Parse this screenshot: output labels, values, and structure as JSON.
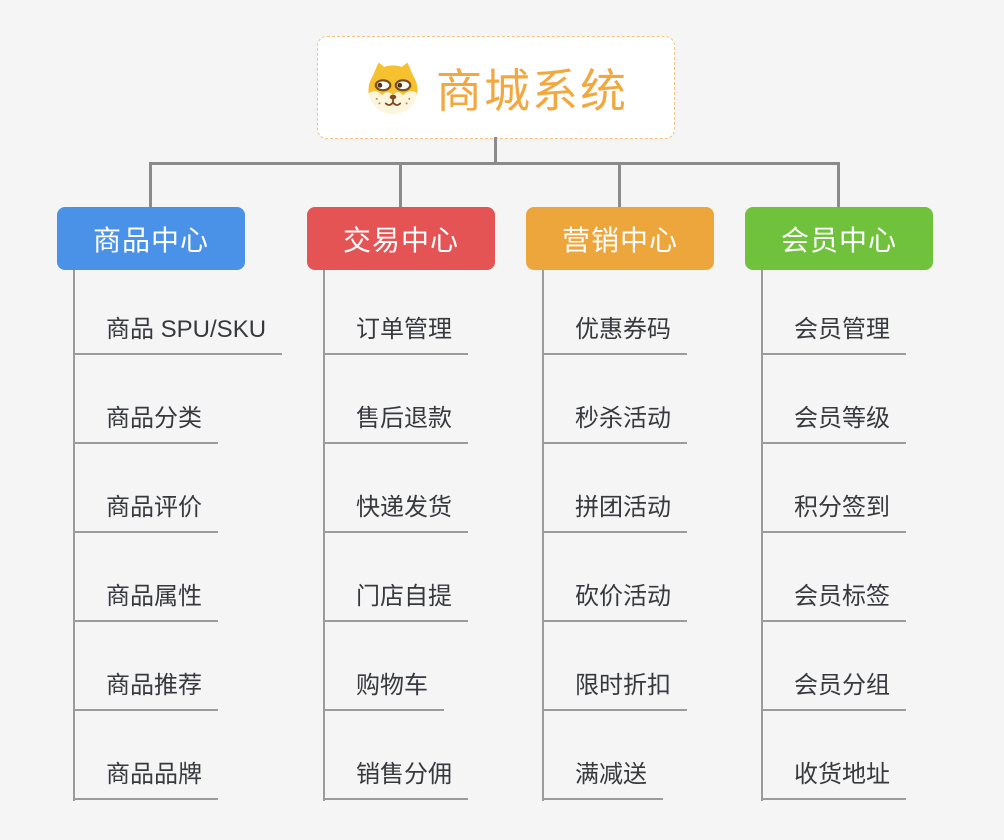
{
  "root": {
    "title": "商城系统",
    "icon": "dog-face-icon",
    "accent_color": "#f2a841",
    "border_color": "#f3c581"
  },
  "connector_color": "#8b8b8b",
  "branches": [
    {
      "label": "商品中心",
      "color": "#4a91e8",
      "children": [
        "商品 SPU/SKU",
        "商品分类",
        "商品评价",
        "商品属性",
        "商品推荐",
        "商品品牌"
      ]
    },
    {
      "label": "交易中心",
      "color": "#e45454",
      "children": [
        "订单管理",
        "售后退款",
        "快递发货",
        "门店自提",
        "购物车",
        "销售分佣"
      ]
    },
    {
      "label": "营销中心",
      "color": "#eca63c",
      "children": [
        "优惠券码",
        "秒杀活动",
        "拼团活动",
        "砍价活动",
        "限时折扣",
        "满减送"
      ]
    },
    {
      "label": "会员中心",
      "color": "#70c23c",
      "children": [
        "会员管理",
        "会员等级",
        "积分签到",
        "会员标签",
        "会员分组",
        "收货地址"
      ]
    }
  ]
}
